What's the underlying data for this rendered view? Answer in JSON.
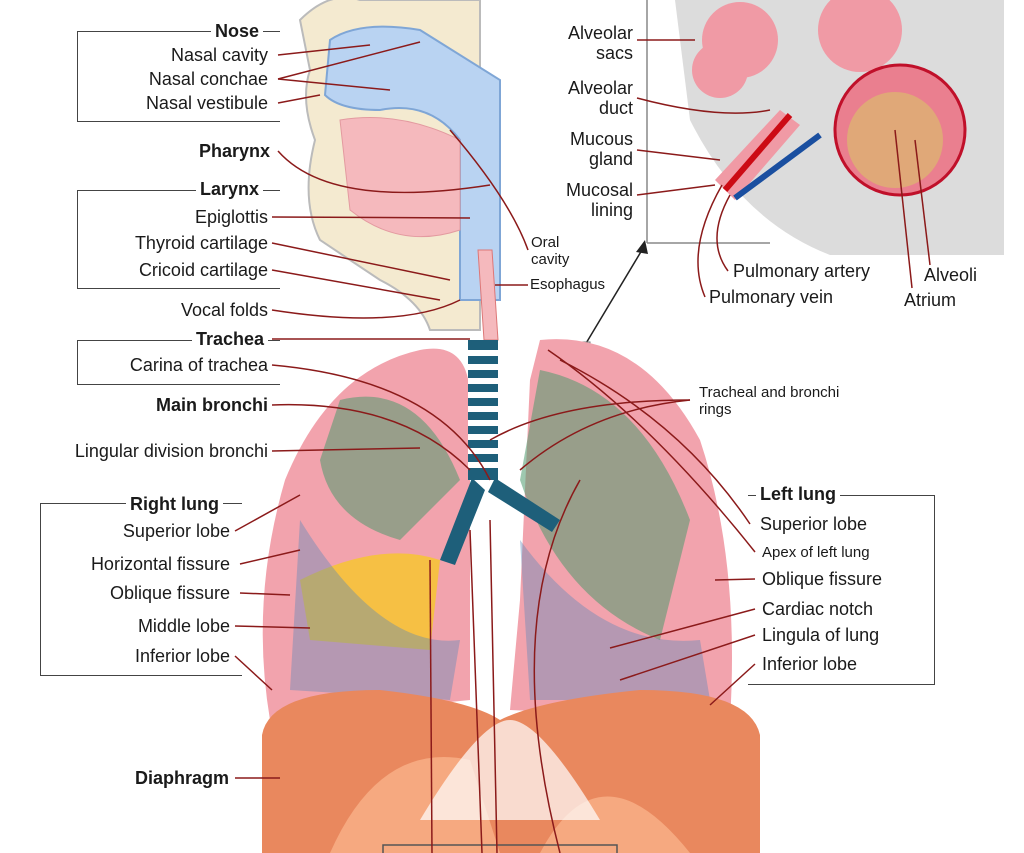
{
  "labels": {
    "nose": "Nose",
    "nasal_cavity": "Nasal cavity",
    "nasal_conchae": "Nasal conchae",
    "nasal_vestibule": "Nasal vestibule",
    "pharynx": "Pharynx",
    "larynx": "Larynx",
    "epiglottis": "Epiglottis",
    "thyroid_cartilage": "Thyroid cartilage",
    "cricoid_cartilage": "Cricoid cartilage",
    "vocal_folds": "Vocal folds",
    "trachea": "Trachea",
    "carina": "Carina of trachea",
    "main_bronchi": "Main bronchi",
    "lingular_division": "Lingular division bronchi",
    "right_lung": "Right lung",
    "r_superior_lobe": "Superior lobe",
    "horizontal_fissure": "Horizontal fissure",
    "r_oblique_fissure": "Oblique fissure",
    "middle_lobe": "Middle lobe",
    "r_inferior_lobe": "Inferior lobe",
    "diaphragm": "Diaphragm",
    "oral_cavity": "Oral\ncavity",
    "esophagus": "Esophagus",
    "alveolar_sacs": "Alveolar\nsacs",
    "alveolar_duct": "Alveolar\nduct",
    "mucous_gland": "Mucous\ngland",
    "mucosal_lining": "Mucosal\nlining",
    "pulmonary_artery": "Pulmonary artery",
    "pulmonary_vein": "Pulmonary vein",
    "alveoli": "Alveoli",
    "atrium": "Atrium",
    "tracheal_rings": "Tracheal and bronchi\nrings",
    "left_lung": "Left lung",
    "l_superior_lobe": "Superior lobe",
    "apex_left_lung": "Apex of left lung",
    "l_oblique_fissure": "Oblique fissure",
    "cardiac_notch": "Cardiac notch",
    "lingula": "Lingula of lung",
    "l_inferior_lobe": "Inferior lobe"
  },
  "colors": {
    "lung": "#f2a3ad",
    "airway": "#b9d3f2",
    "bronchi_green": "#4f9a6e",
    "bronchi_blue": "#5b86b8",
    "middle_lobe_yellow": "#f7c531",
    "diaphragm": "#e9885e",
    "leader_line": "#8b1a1a",
    "artery": "#cc0a14",
    "vein": "#1a4fa0"
  }
}
